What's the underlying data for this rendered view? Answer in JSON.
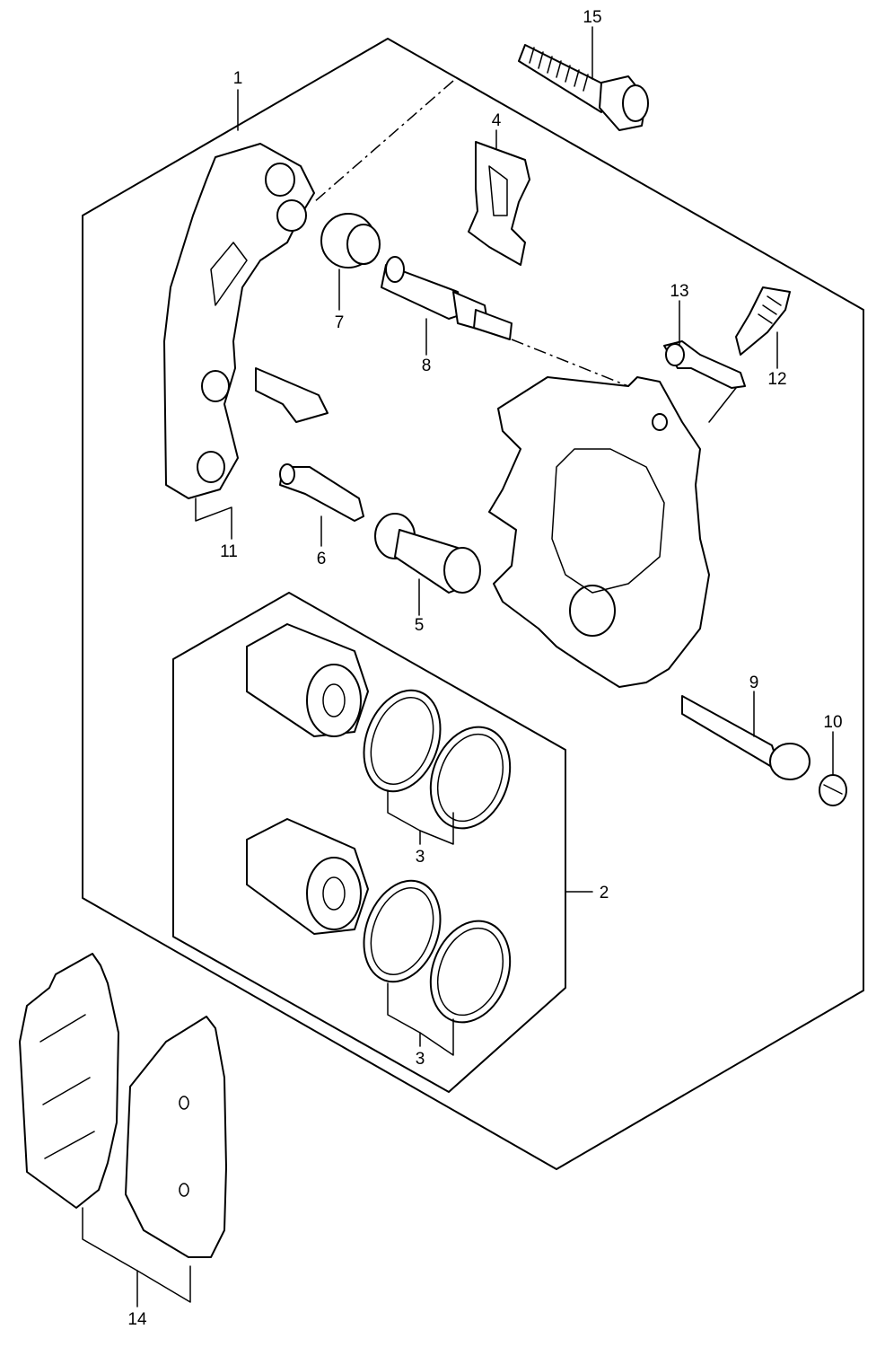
{
  "callouts": {
    "c1": "1",
    "c2": "2",
    "c3a": "3",
    "c3b": "3",
    "c4": "4",
    "c5": "5",
    "c6": "6",
    "c7": "7",
    "c8": "8",
    "c9": "9",
    "c10": "10",
    "c11": "11",
    "c12": "12",
    "c13": "13",
    "c14": "14",
    "c15": "15"
  },
  "colors": {
    "line": "#000000",
    "background": "#ffffff"
  }
}
